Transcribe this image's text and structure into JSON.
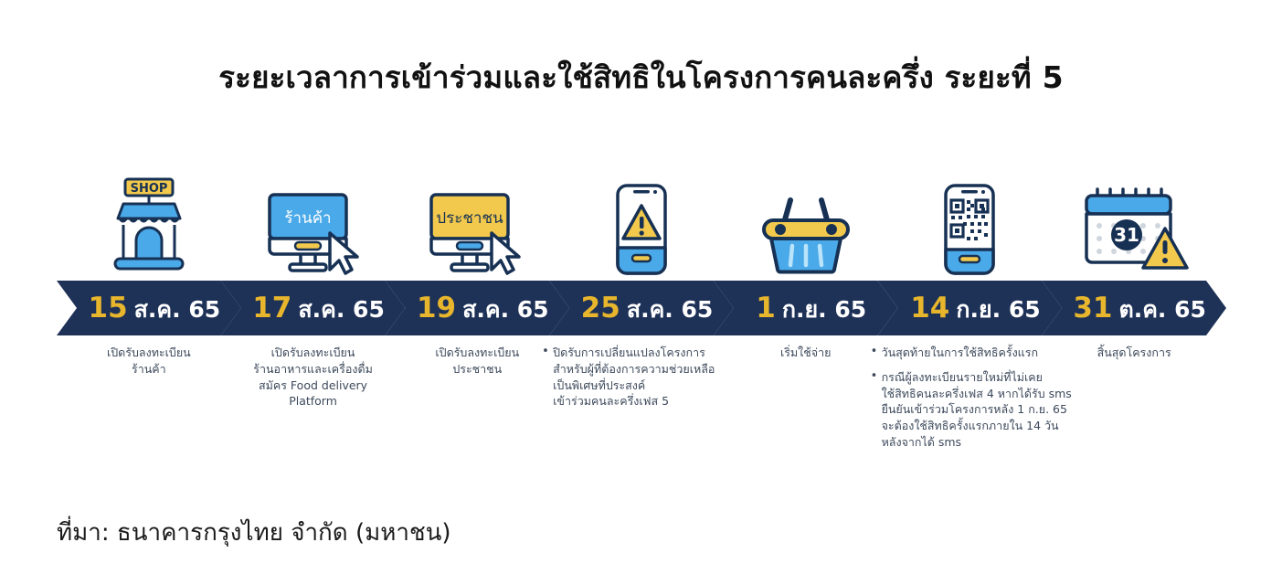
{
  "title": "ระยะเวลาการเข้าร่วมและใช้สิทธิในโครงการคนละครึ่ง ระยะที่ 5",
  "source": "ที่มา: ธนาคารกรุงไทย จำกัด (มหาชน)",
  "colors": {
    "band_navy": "#1e3157",
    "day_gold": "#e8b62c",
    "icon_blue": "#4aa9e8",
    "icon_navy": "#173154",
    "icon_yellow": "#f2c94c",
    "caption_text": "#3d4a5c",
    "background": "#ffffff"
  },
  "icon_labels": {
    "shop_sign": "SHOP",
    "merchant_screen": "ร้านค้า",
    "citizen_screen": "ประชาชน",
    "calendar_day": "31"
  },
  "timeline": [
    {
      "icon": "shop-storefront-icon",
      "day": "15",
      "monthyear": "ส.ค. 65",
      "caption_lines": [
        "เปิดรับลงทะเบียน",
        "ร้านค้า"
      ],
      "bullets": [],
      "align": "center"
    },
    {
      "icon": "monitor-merchant-cursor-icon",
      "day": "17",
      "monthyear": "ส.ค. 65",
      "caption_lines": [
        "เปิดรับลงทะเบียน",
        "ร้านอาหารและเครื่องดื่ม",
        "สมัคร Food delivery",
        "Platform"
      ],
      "bullets": [],
      "align": "center"
    },
    {
      "icon": "monitor-citizen-cursor-icon",
      "day": "19",
      "monthyear": "ส.ค. 65",
      "caption_lines": [
        "เปิดรับลงทะเบียน",
        "ประชาชน"
      ],
      "bullets": [],
      "align": "center"
    },
    {
      "icon": "phone-warning-icon",
      "day": "25",
      "monthyear": "ส.ค. 65",
      "caption_lines": [],
      "bullets": [
        [
          "ปิดรับการเปลี่ยนแปลงโครงการ",
          "สำหรับผู้ที่ต้องการความช่วยเหลือ",
          "เป็นพิเศษที่ประสงค์",
          "เข้าร่วมคนละครึ่งเฟส 5"
        ]
      ],
      "align": "bulleted"
    },
    {
      "icon": "shopping-basket-icon",
      "day": "1",
      "monthyear": "ก.ย. 65",
      "caption_lines": [
        "เริ่มใช้จ่าย"
      ],
      "bullets": [],
      "align": "center"
    },
    {
      "icon": "phone-qrcode-icon",
      "day": "14",
      "monthyear": "ก.ย. 65",
      "caption_lines": [],
      "bullets": [
        [
          "วันสุดท้ายในการใช้สิทธิครั้งแรก"
        ],
        [
          "กรณีผู้ลงทะเบียนรายใหม่ที่ไม่เคย",
          "ใช้สิทธิคนละครึ่งเฟส 4 หากได้รับ sms",
          "ยืนยันเข้าร่วมโครงการหลัง 1 ก.ย. 65",
          "จะต้องใช้สิทธิครั้งแรกภายใน 14 วัน",
          "หลังจากได้ sms"
        ]
      ],
      "align": "bulleted"
    },
    {
      "icon": "calendar-warning-icon",
      "day": "31",
      "monthyear": "ต.ค. 65",
      "caption_lines": [
        "สิ้นสุดโครงการ"
      ],
      "bullets": [],
      "align": "center"
    }
  ]
}
